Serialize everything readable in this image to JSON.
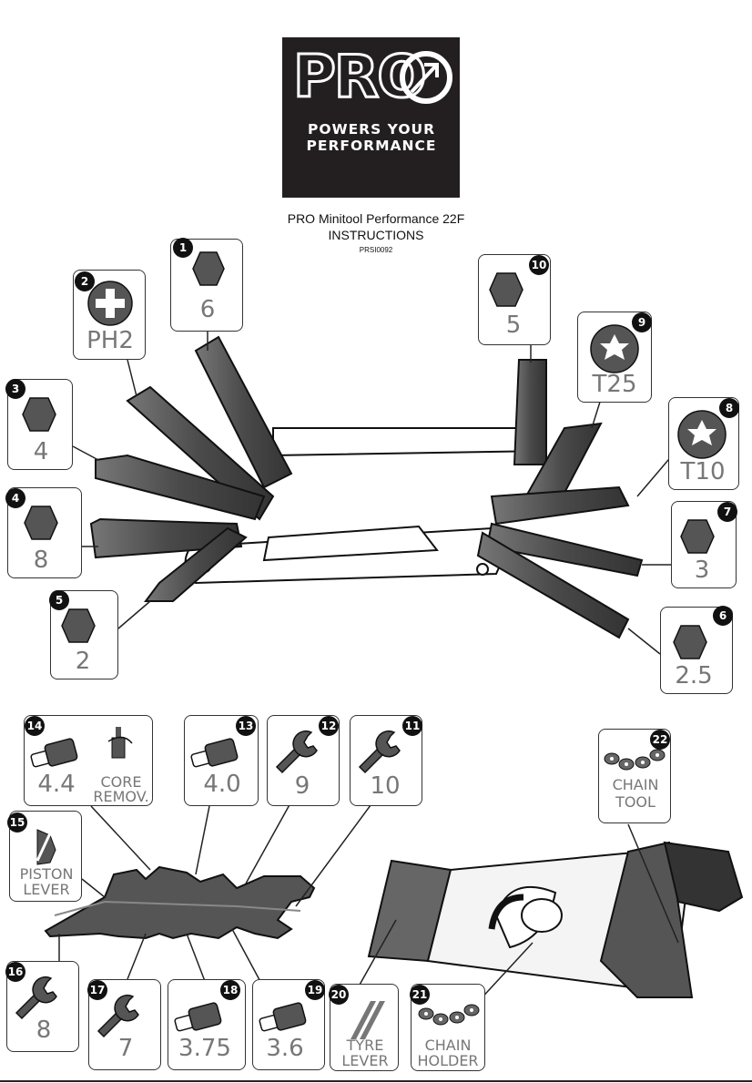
{
  "logo": {
    "text": "PRO",
    "tagline_1": "POWERS YOUR",
    "tagline_2": "PERFORMANCE"
  },
  "header": {
    "title": "PRO Minitool Performance 22F",
    "subtitle": "INSTRUCTIONS",
    "code": "PRSI0092"
  },
  "tools": [
    {
      "num": "1",
      "label": "6",
      "icon": "hex-icon"
    },
    {
      "num": "2",
      "label": "PH2",
      "icon": "phillips-icon"
    },
    {
      "num": "3",
      "label": "4",
      "icon": "hex-icon"
    },
    {
      "num": "4",
      "label": "8",
      "icon": "hex-icon"
    },
    {
      "num": "5",
      "label": "2",
      "icon": "hex-icon"
    },
    {
      "num": "6",
      "label": "2.5",
      "icon": "hex-icon"
    },
    {
      "num": "7",
      "label": "3",
      "icon": "hex-icon"
    },
    {
      "num": "8",
      "label": "T10",
      "icon": "torx-icon"
    },
    {
      "num": "9",
      "label": "T25",
      "icon": "torx-icon"
    },
    {
      "num": "10",
      "label": "5",
      "icon": "hex-icon"
    },
    {
      "num": "11",
      "label": "10",
      "icon": "wrench-icon"
    },
    {
      "num": "12",
      "label": "9",
      "icon": "wrench-icon"
    },
    {
      "num": "13",
      "label": "4.0",
      "icon": "spoke-key-icon"
    },
    {
      "num": "14",
      "label": "4.4",
      "label2": "CORE",
      "label3": "REMOV.",
      "icon": "spoke-key-icon"
    },
    {
      "num": "15",
      "label": "PISTON",
      "label2": "LEVER",
      "icon": "piston-icon"
    },
    {
      "num": "16",
      "label": "8",
      "icon": "wrench-icon"
    },
    {
      "num": "17",
      "label": "7",
      "icon": "wrench-icon"
    },
    {
      "num": "18",
      "label": "3.75",
      "icon": "spoke-key-icon"
    },
    {
      "num": "19",
      "label": "3.6",
      "icon": "spoke-key-icon"
    },
    {
      "num": "20",
      "label": "TYRE",
      "label2": "LEVER",
      "icon": "tyre-lever-icon"
    },
    {
      "num": "21",
      "label": "CHAIN",
      "label2": "HOLDER",
      "icon": "chain-icon"
    },
    {
      "num": "22",
      "label": "CHAIN",
      "label2": "TOOL",
      "icon": "chain-icon"
    }
  ]
}
